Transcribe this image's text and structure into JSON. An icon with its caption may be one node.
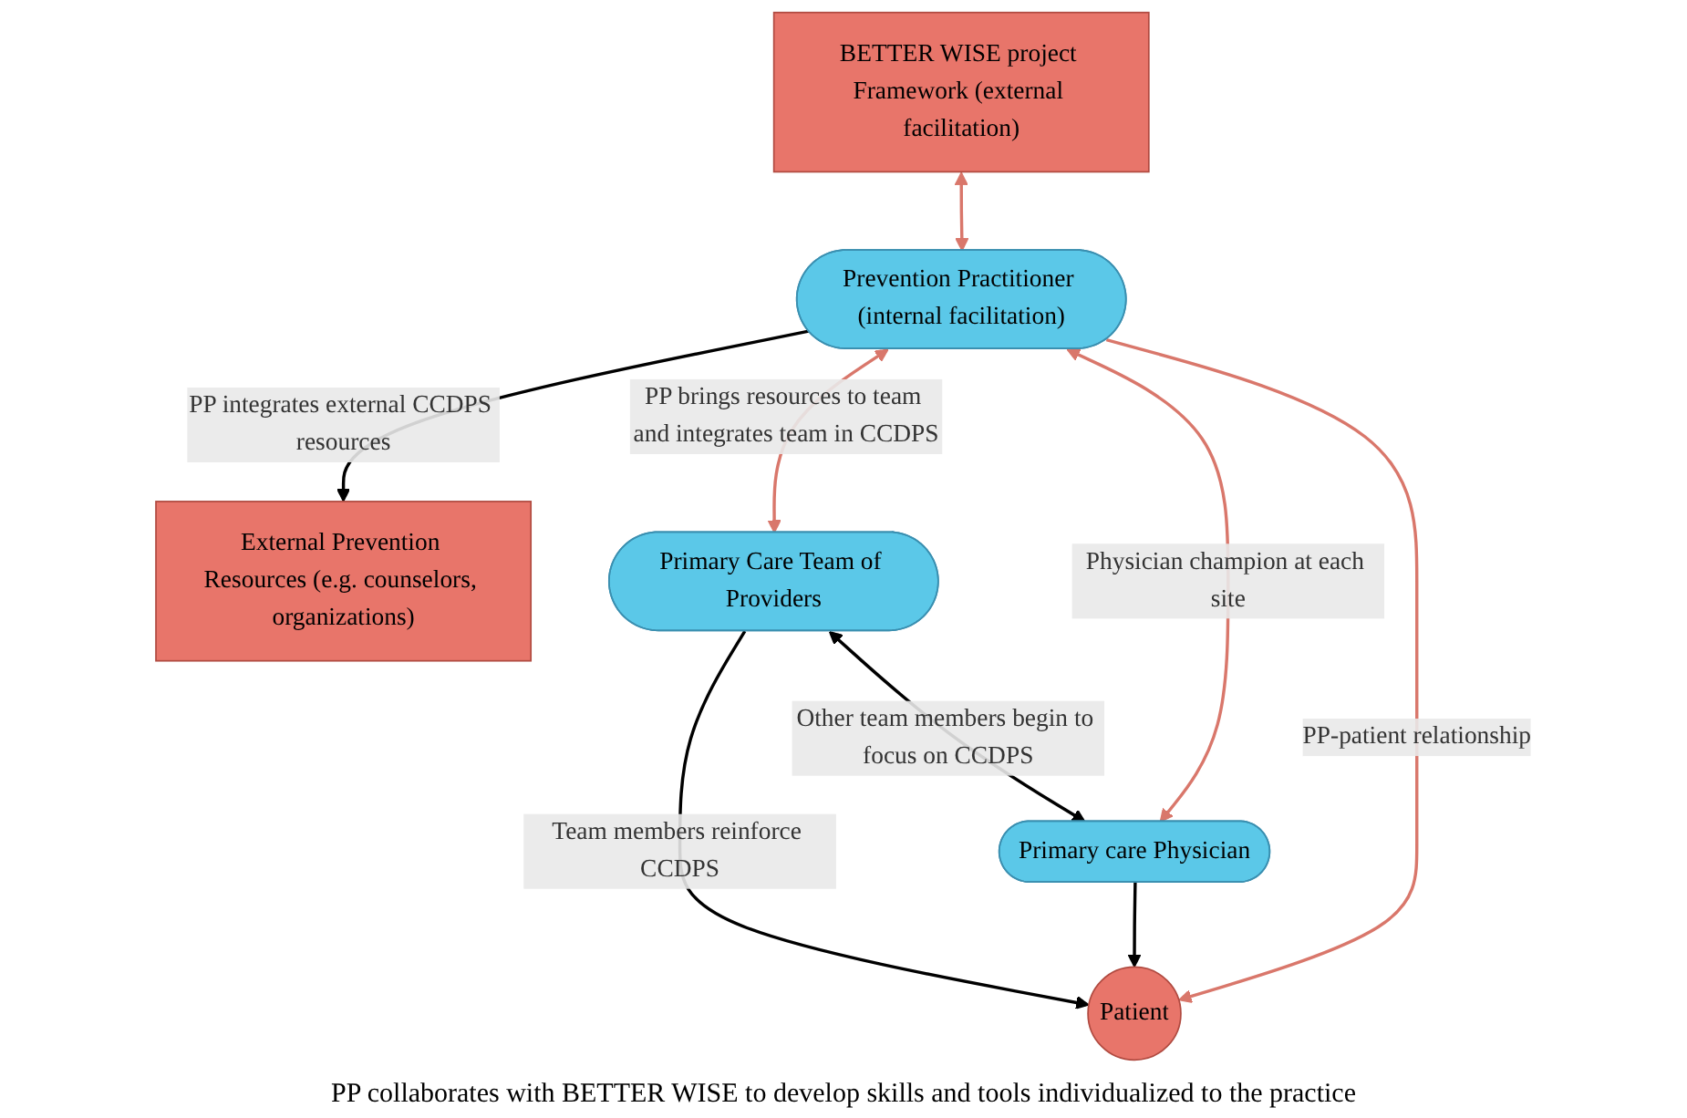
{
  "diagram": {
    "nodes": [
      {
        "text": [
          "External Prevention Resources (e.g. counselors, organizations)"
        ]
      },
      {
        "text": [
          "Primary Care Team of Providers"
        ]
      },
      {
        "text": [
          "Patient"
        ]
      },
      {
        "text": [
          "Prevention Practitioner (internal facilitation)"
        ]
      },
      {
        "text": [
          "Primary care Physician"
        ]
      },
      {
        "text": [
          "BETTER WISE project Framework (external facilitation)"
        ]
      }
    ],
    "edges": [
      {
        "from": 3,
        "to": 0,
        "arrow": "to",
        "label": "PP integrates external CCDPS resources"
      },
      {
        "from": 3,
        "to": 1,
        "arrow": "both",
        "label": "PP brings resources to team and integrates team in CCDPS",
        "color": "#d9776b"
      },
      {
        "from": 1,
        "to": 2,
        "arrow": "to",
        "label": "Team members reinforce CCDPS"
      },
      {
        "from": 1,
        "to": 4,
        "arrow": "both",
        "label": "Other team members begin to focus on CCDPS"
      },
      {
        "from": 4,
        "to": 2,
        "arrow": "to"
      },
      {
        "from": 3,
        "to": 2,
        "arrow": "to",
        "label": "PP-patient relationship",
        "color": "#d9776b"
      },
      {
        "from": 3,
        "to": 4,
        "arrow": "both",
        "label": "Physician champion at each site",
        "color": "#d9776b"
      },
      {
        "from": 5,
        "to": 3,
        "arrow": "both",
        "color": "#d9776b"
      }
    ],
    "labels": [
      "PP collaborates with BETTER WISE to develop skills and tools individualized to the practice"
    ]
  }
}
